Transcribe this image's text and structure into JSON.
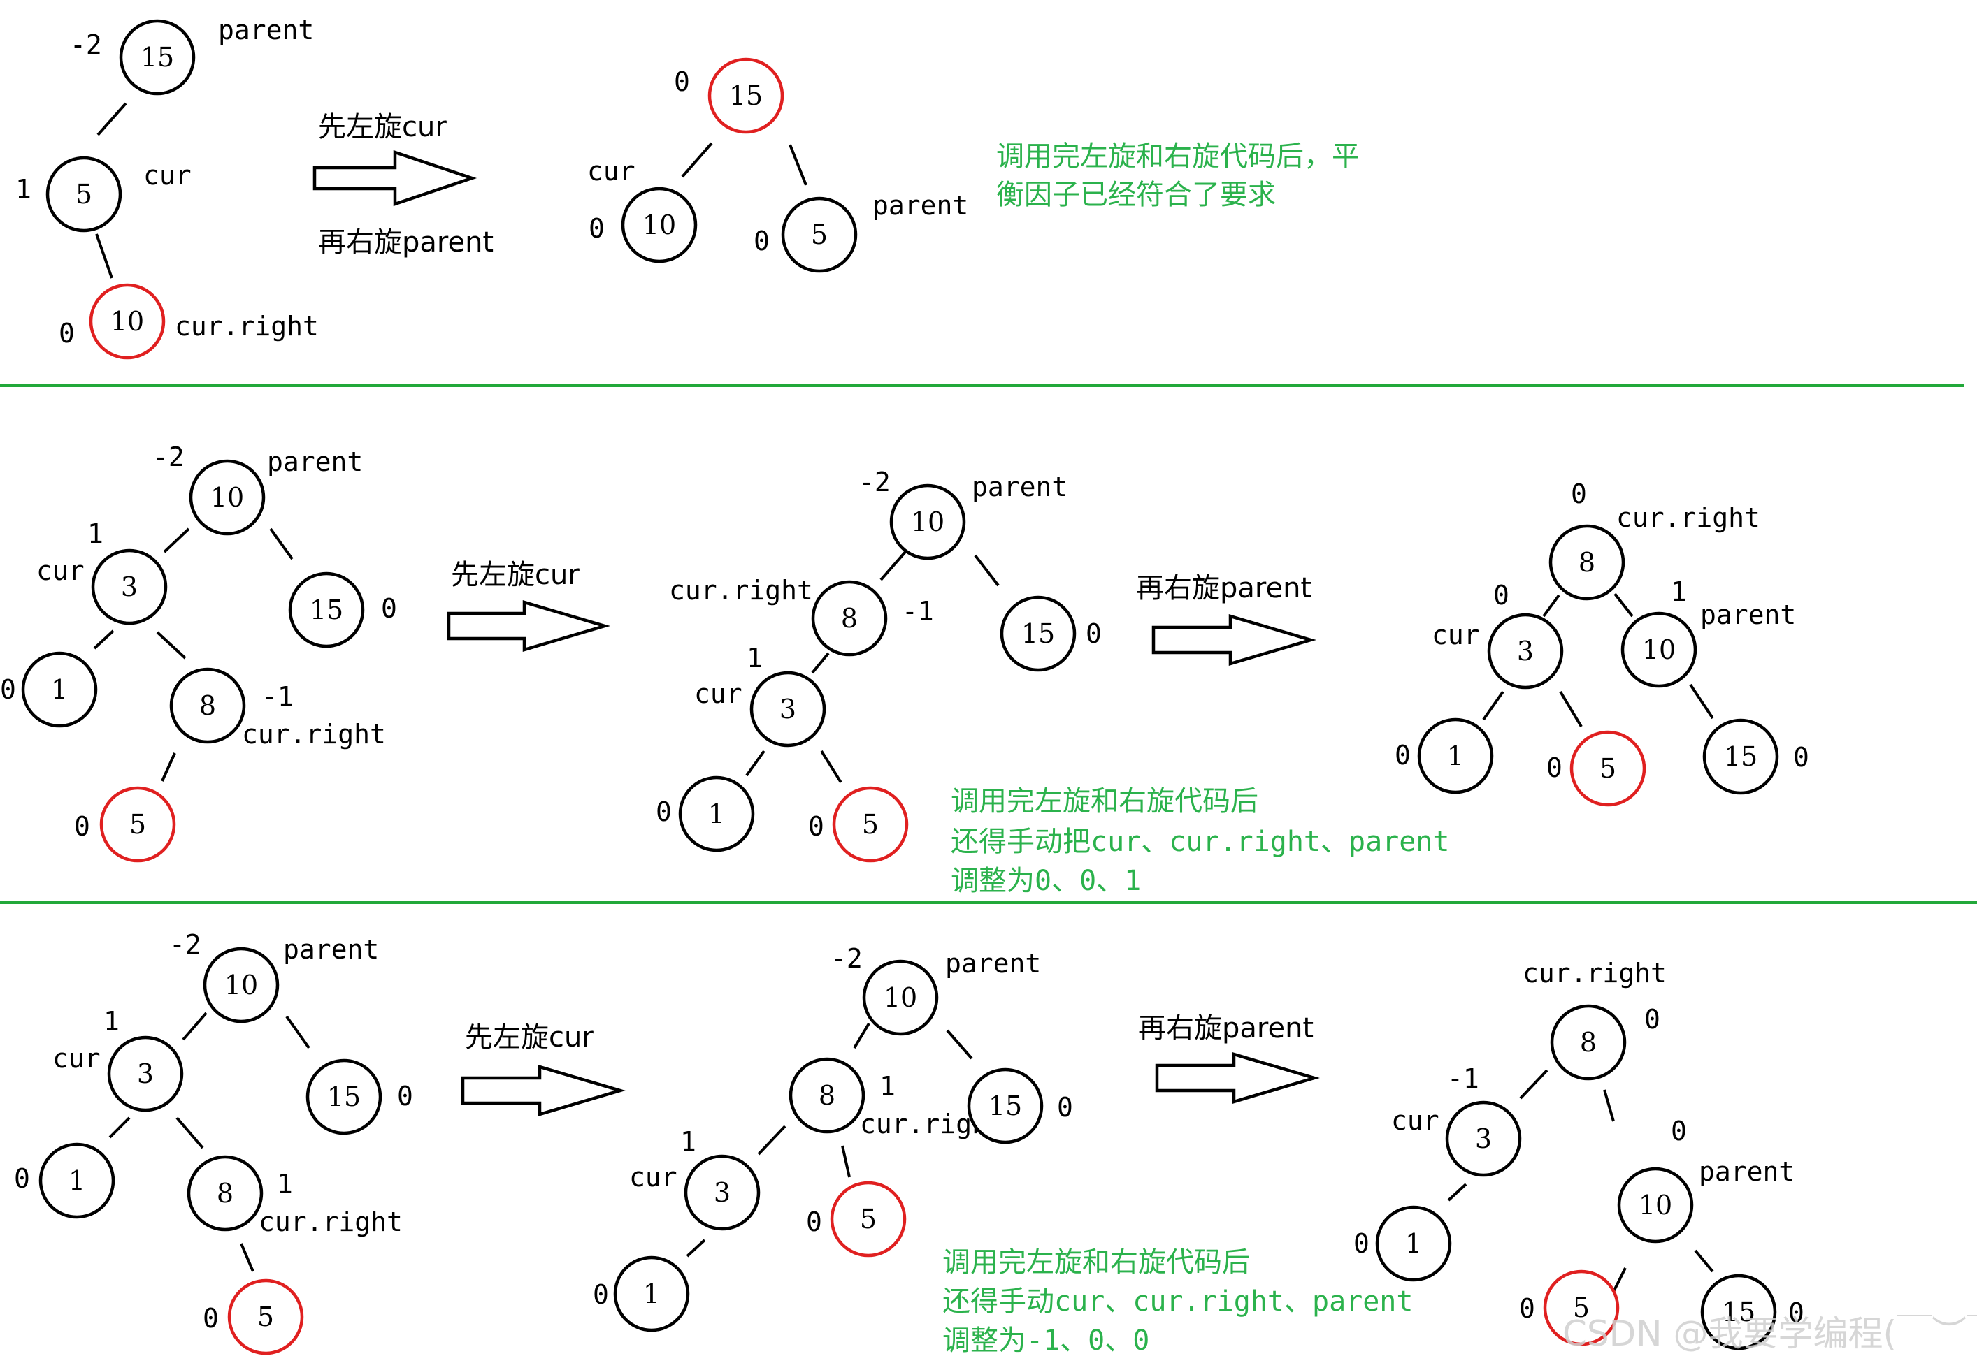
{
  "colors": {
    "highlight": "#e02020",
    "normal": "#000000",
    "note": "#2bb24c",
    "divider": "#22a83a",
    "watermark": "#d0d0d0"
  },
  "arrow_labels": {
    "left_rotate_cur": "先左旋cur",
    "right_rotate_parent": "再右旋parent"
  },
  "labels": {
    "parent": "parent",
    "cur": "cur",
    "cur_right": "cur.right"
  },
  "notes": {
    "s1_line1": "调用完左旋和右旋代码后，平",
    "s1_line2": "衡因子已经符合了要求",
    "s2_line1": "调用完左旋和右旋代码后",
    "s2_line2": "还得手动把cur、cur.right、parent",
    "s2_line3": "调整为0、0、1",
    "s3_line1": "调用完左旋和右旋代码后",
    "s3_line2": "还得手动cur、cur.right、parent",
    "s3_line3": "调整为-1、0、0"
  },
  "watermark": "CSDN @我要学编程(￣︶￣)",
  "sections": [
    {
      "trees": [
        {
          "nodes": [
            {
              "v": "15",
              "bf": "-2"
            },
            {
              "v": "5",
              "bf": "1"
            },
            {
              "v": "10",
              "bf": "0",
              "hl": true
            }
          ]
        },
        {
          "nodes": [
            {
              "v": "15",
              "bf": "0",
              "hl": true
            },
            {
              "v": "10",
              "bf": "0"
            },
            {
              "v": "5",
              "bf": "0"
            }
          ]
        }
      ]
    },
    {
      "trees": [
        {
          "nodes": [
            {
              "v": "10",
              "bf": "-2"
            },
            {
              "v": "3",
              "bf": "1"
            },
            {
              "v": "15",
              "bf": "0"
            },
            {
              "v": "1",
              "bf": "0"
            },
            {
              "v": "8",
              "bf": "-1"
            },
            {
              "v": "5",
              "bf": "0",
              "hl": true
            }
          ]
        },
        {
          "nodes": [
            {
              "v": "10",
              "bf": "-2"
            },
            {
              "v": "8",
              "bf": "-1"
            },
            {
              "v": "15",
              "bf": "0"
            },
            {
              "v": "3",
              "bf": "1"
            },
            {
              "v": "1",
              "bf": "0"
            },
            {
              "v": "5",
              "bf": "0",
              "hl": true
            }
          ]
        },
        {
          "nodes": [
            {
              "v": "8",
              "bf": "0"
            },
            {
              "v": "3",
              "bf": "0"
            },
            {
              "v": "10",
              "bf": "1"
            },
            {
              "v": "1",
              "bf": "0"
            },
            {
              "v": "5",
              "bf": "0",
              "hl": true
            },
            {
              "v": "15",
              "bf": "0"
            }
          ]
        }
      ]
    },
    {
      "trees": [
        {
          "nodes": [
            {
              "v": "10",
              "bf": "-2"
            },
            {
              "v": "3",
              "bf": "1"
            },
            {
              "v": "15",
              "bf": "0"
            },
            {
              "v": "1",
              "bf": "0"
            },
            {
              "v": "8",
              "bf": "1"
            },
            {
              "v": "5",
              "bf": "0",
              "hl": true
            }
          ]
        },
        {
          "nodes": [
            {
              "v": "10",
              "bf": "-2"
            },
            {
              "v": "8",
              "bf": "1"
            },
            {
              "v": "15",
              "bf": "0"
            },
            {
              "v": "3",
              "bf": "1"
            },
            {
              "v": "5",
              "bf": "0",
              "hl": true
            },
            {
              "v": "1",
              "bf": "0"
            }
          ]
        },
        {
          "nodes": [
            {
              "v": "8",
              "bf": "0"
            },
            {
              "v": "3",
              "bf": "-1"
            },
            {
              "v": "10",
              "bf": "0"
            },
            {
              "v": "1",
              "bf": "0"
            },
            {
              "v": "5",
              "bf": "0",
              "hl": true
            },
            {
              "v": "15",
              "bf": "0"
            }
          ]
        }
      ]
    }
  ]
}
